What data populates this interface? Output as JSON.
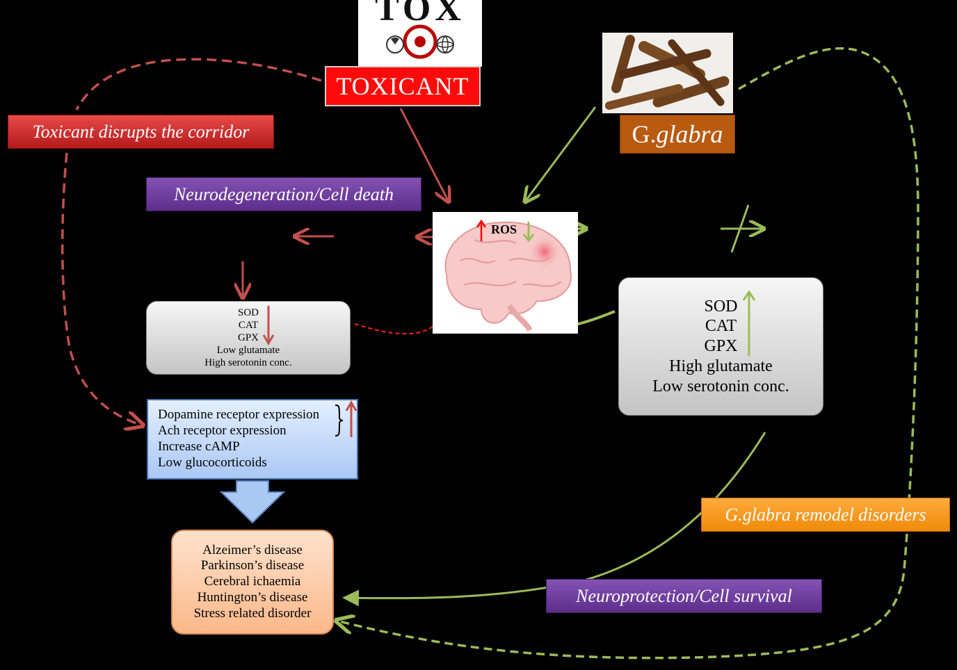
{
  "labels": {
    "tox_logo_text": "TOX",
    "toxicant": "TOXICANT",
    "glabra_prefix": "G.",
    "glabra_name": "glabra",
    "toxicant_disrupts": "Toxicant disrupts the corridor",
    "neurodegeneration": "Neurodegeneration/Cell death",
    "neuroprotection": "Neuroprotection/Cell survival",
    "glabra_remodel": "G.glabra remodel disorders",
    "ros": "ROS"
  },
  "left_markers": [
    "SOD",
    "CAT",
    "GPX",
    "Low glutamate",
    "High serotonin conc."
  ],
  "right_markers": [
    "SOD",
    "CAT",
    "GPX",
    "High glutamate",
    "Low serotonin conc."
  ],
  "receptors": [
    "Dopamine receptor expression",
    "Ach receptor expression",
    "Increase cAMP",
    "Low glucocorticoids"
  ],
  "diseases": [
    "Alzeimer’s disease",
    "Parkinson’s disease",
    "Cerebral ichaemia",
    "Huntington’s disease",
    "Stress related disorder"
  ],
  "colors": {
    "toxic_arrow": "#c0504d",
    "protective_arrow": "#9bbb59",
    "up_arrow_red": "#ff0000"
  }
}
